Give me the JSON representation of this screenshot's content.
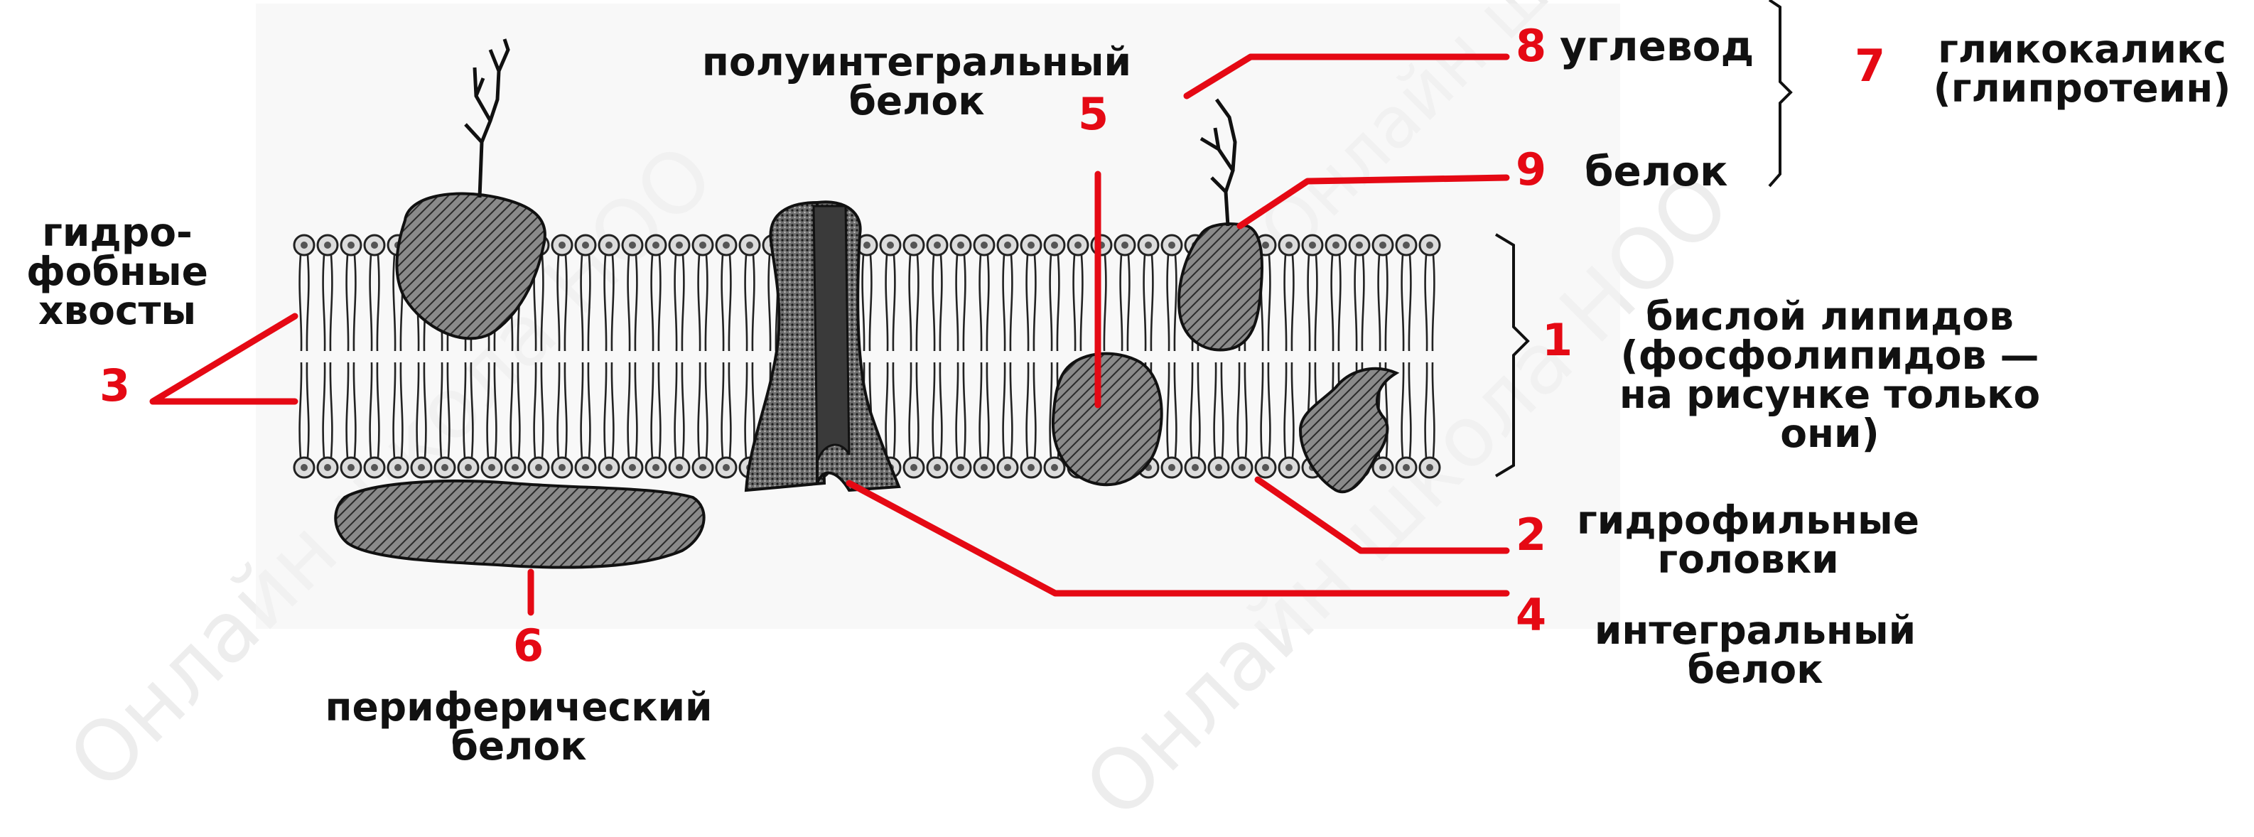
{
  "colors": {
    "accent": "#e50914",
    "ink": "#111111",
    "protein_fill": "#7d7d7d",
    "head_fill": "#dcdcdc"
  },
  "watermark": "Онлайн школа НОО",
  "numbers": [
    "1",
    "2",
    "3",
    "4",
    "5",
    "6",
    "7",
    "8",
    "9"
  ],
  "labels": {
    "hydrophobic_tails": [
      "гидро-",
      "фобные",
      "хвосты"
    ],
    "semi_integral": [
      "полуинтегральный",
      "белок"
    ],
    "carbohydrate": "углевод",
    "protein": "белок",
    "glycocalyx": [
      "гликокаликс",
      "(глипротеин)"
    ],
    "bilayer": [
      "бислой липидов",
      "(фосфолипидов —",
      "на рисунке только",
      "они)"
    ],
    "hydrophilic_heads": [
      "гидрофильные",
      "головки"
    ],
    "integral": [
      "интегральный",
      "белок"
    ],
    "peripheral": [
      "периферический",
      "белок"
    ]
  }
}
